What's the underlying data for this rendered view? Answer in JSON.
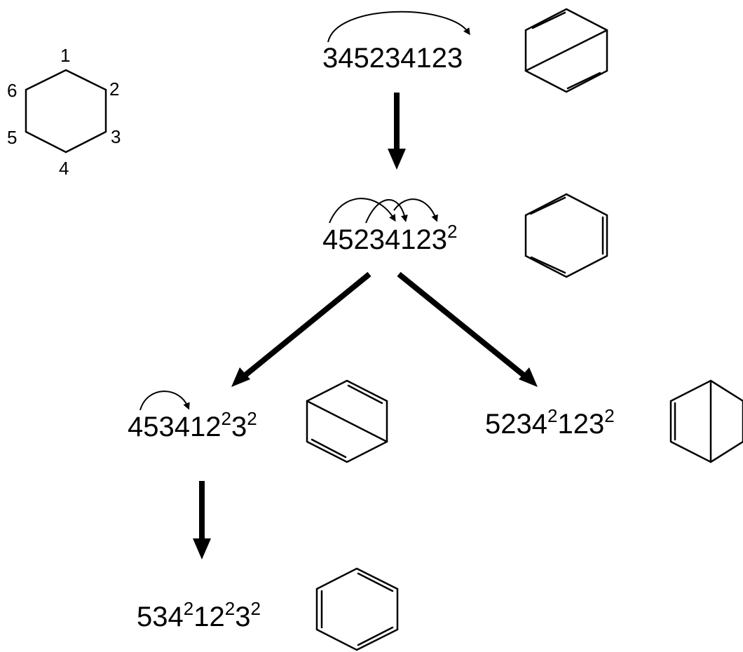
{
  "numbering": {
    "labels": [
      "1",
      "2",
      "3",
      "4",
      "5",
      "6"
    ]
  },
  "nodes": [
    {
      "id": "n1",
      "parts": [
        {
          "t": "345234123"
        }
      ]
    },
    {
      "id": "n2",
      "parts": [
        {
          "t": "452341"
        },
        {
          "t": "23"
        },
        {
          "t": "2",
          "sup": true
        }
      ]
    },
    {
      "id": "n3",
      "parts": [
        {
          "t": "45341"
        },
        {
          "t": "2"
        },
        {
          "t": "2",
          "sup": true
        },
        {
          "t": "3"
        },
        {
          "t": "2",
          "sup": true
        }
      ]
    },
    {
      "id": "n4",
      "parts": [
        {
          "t": "5234"
        },
        {
          "t": "2",
          "sup": true
        },
        {
          "t": "123"
        },
        {
          "t": "2",
          "sup": true
        }
      ]
    },
    {
      "id": "n5",
      "parts": [
        {
          "t": "534"
        },
        {
          "t": "2",
          "sup": true
        },
        {
          "t": "12"
        },
        {
          "t": "2",
          "sup": true
        },
        {
          "t": "3"
        },
        {
          "t": "2",
          "sup": true
        }
      ]
    }
  ],
  "edges": [
    {
      "from": "n1",
      "to": "n2"
    },
    {
      "from": "n2",
      "to": "n3"
    },
    {
      "from": "n2",
      "to": "n4"
    },
    {
      "from": "n3",
      "to": "n5"
    }
  ]
}
